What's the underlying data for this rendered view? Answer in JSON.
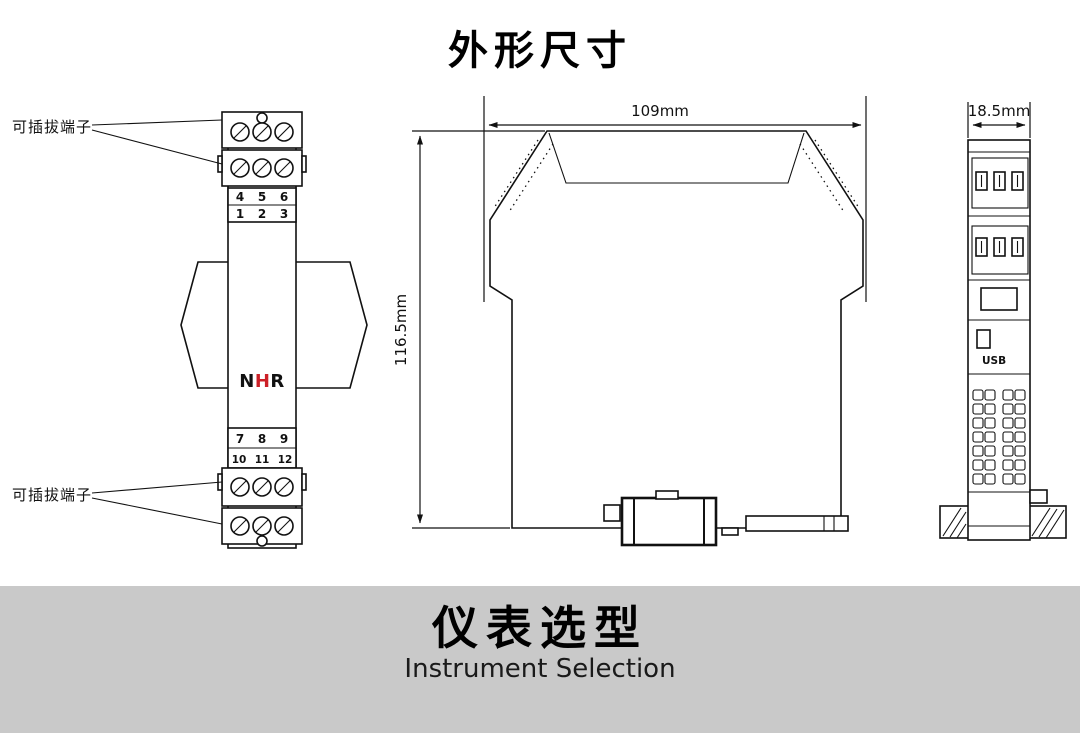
{
  "title": "外形尺寸",
  "front_view": {
    "terminal_label": "可插拔端子",
    "terminals": {
      "top1": [
        "4",
        "5",
        "6"
      ],
      "top2": [
        "1",
        "2",
        "3"
      ],
      "bottom1": [
        "7",
        "8",
        "9"
      ],
      "bottom2": [
        "10",
        "11",
        "12"
      ]
    },
    "logo": {
      "n": "N",
      "h": "H",
      "r": "R"
    }
  },
  "side_view": {
    "width_dim": "109mm",
    "height_dim": "116.5mm"
  },
  "end_view": {
    "depth_dim": "18.5mm",
    "usb_label": "USB"
  },
  "footer": {
    "title": "仪表选型",
    "subtitle": "Instrument Selection"
  },
  "colors": {
    "logo_accent": "#cc2027",
    "footer_band": "#c9c9c9"
  }
}
